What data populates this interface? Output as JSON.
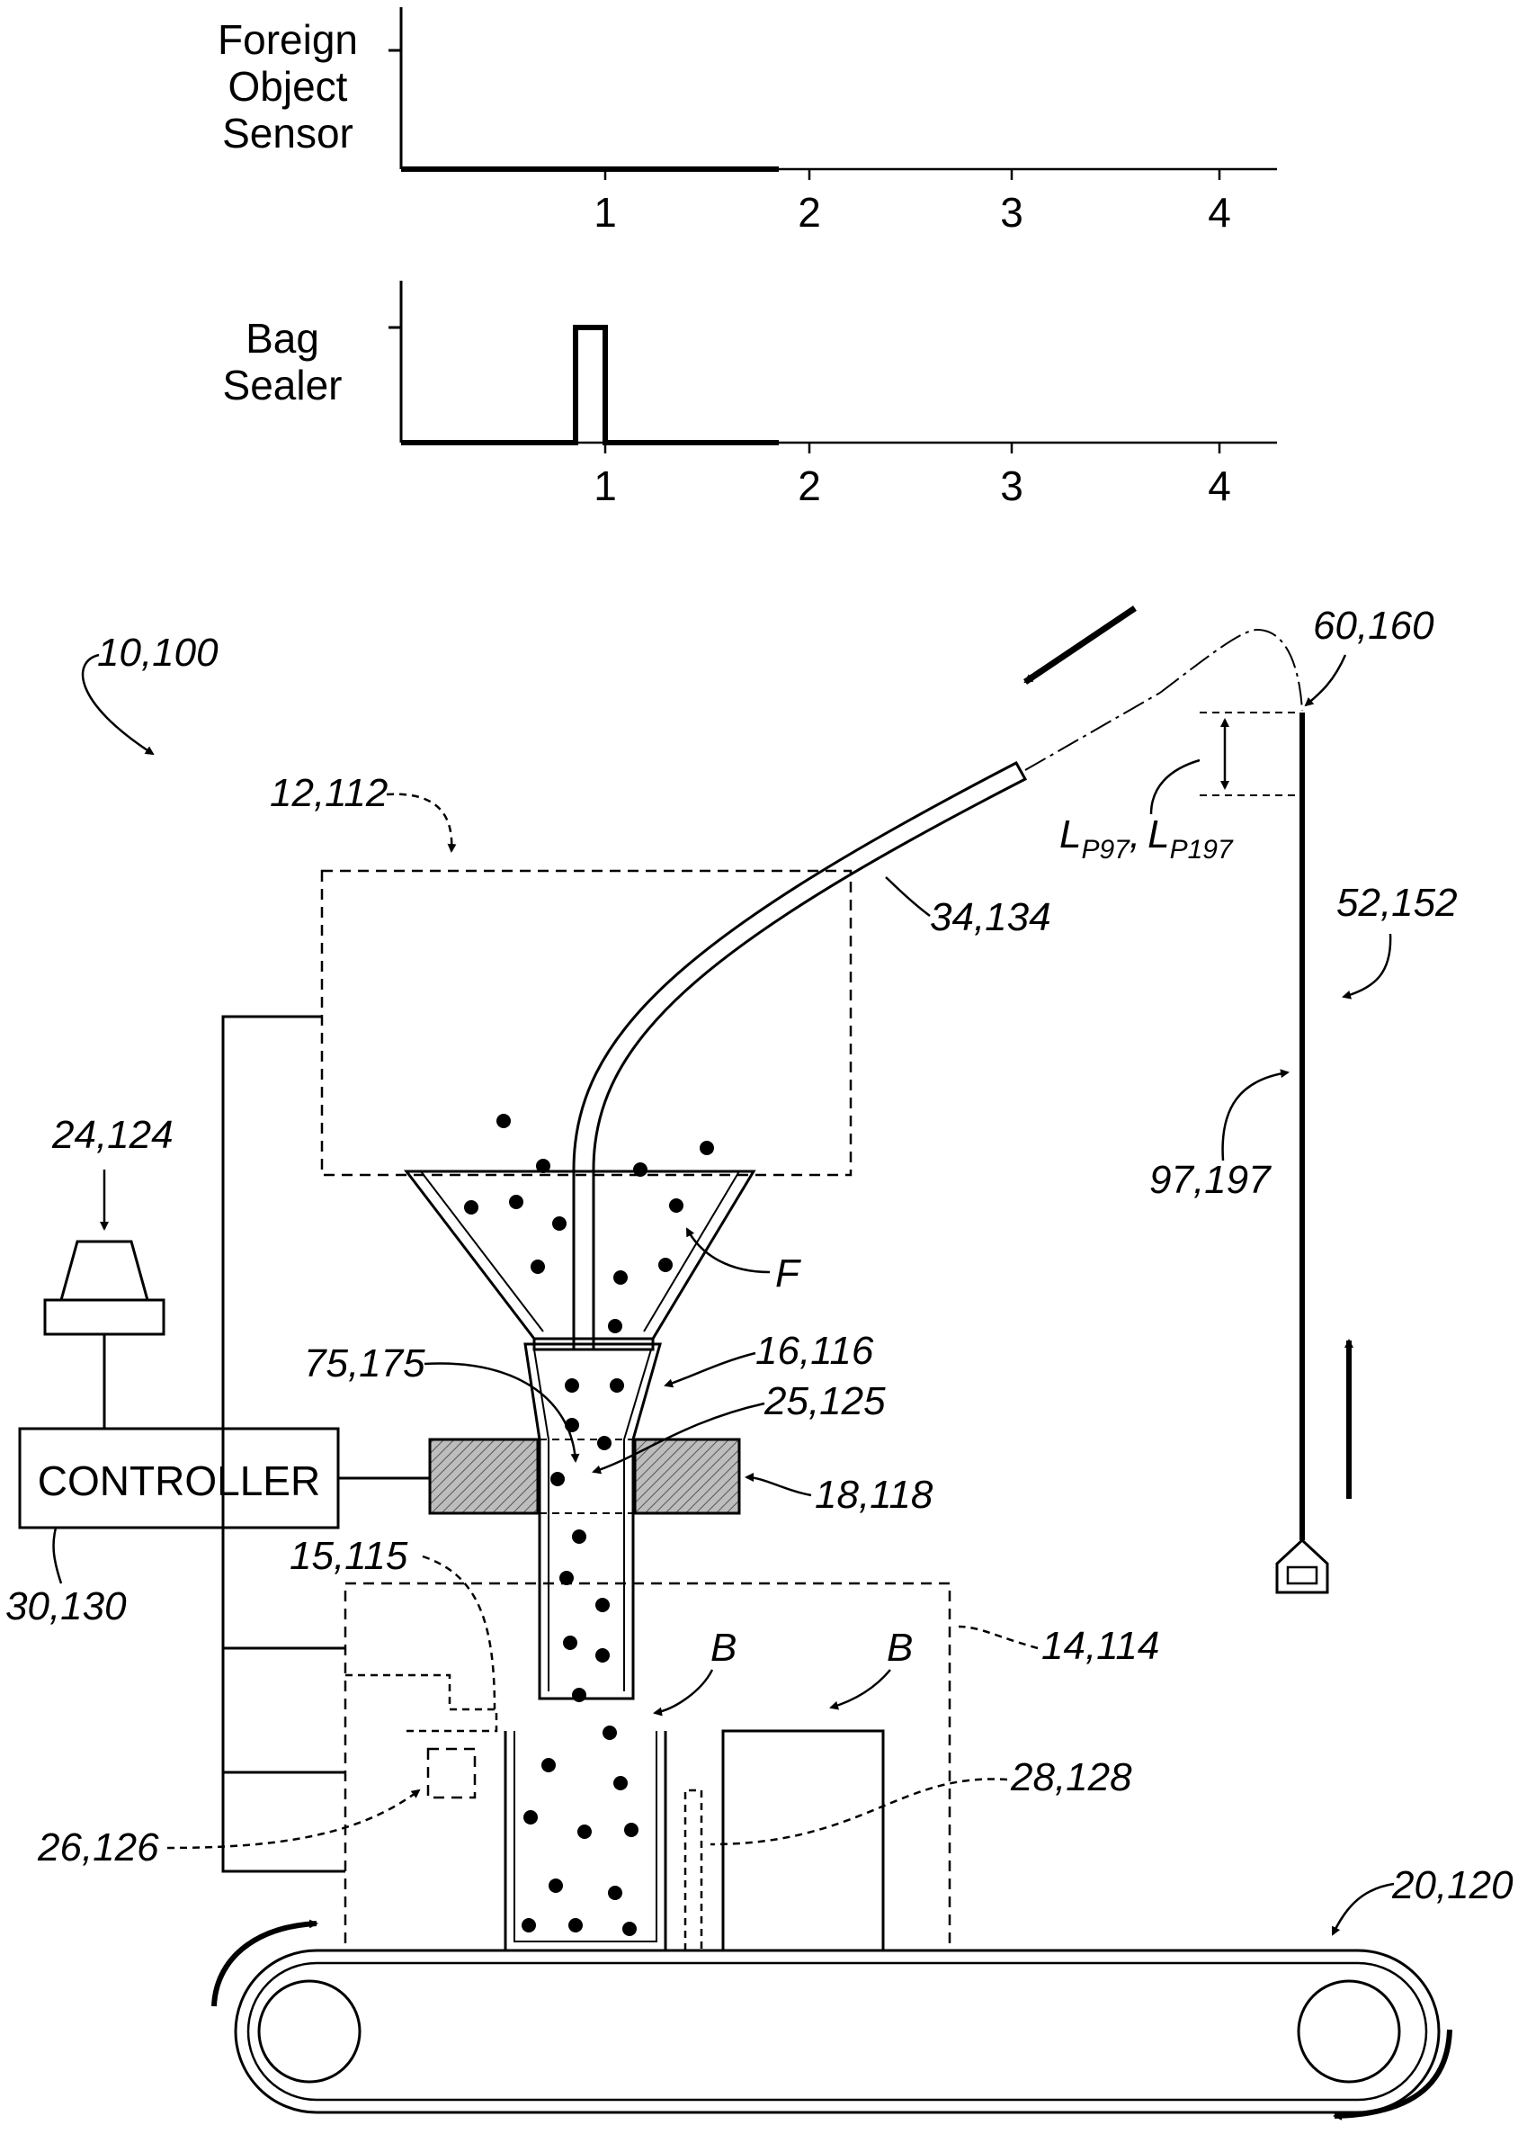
{
  "timing_charts": {
    "tick_labels": [
      "1",
      "2",
      "3",
      "4"
    ],
    "sensor_chart": {
      "label_lines": [
        "Foreign",
        "Object",
        "Sensor"
      ]
    },
    "sealer_chart": {
      "label_lines": [
        "Bag",
        "Sealer"
      ]
    }
  },
  "diagram": {
    "controller_label": "CONTROLLER",
    "refs": {
      "system": "10,100",
      "box_12": "12,112",
      "tube_34": "34,134",
      "rod_top": "60,160",
      "length_a": "L",
      "length_a_sub": "P97",
      "length_sep": ",",
      "length_b": "L",
      "length_b_sub": "P197",
      "device_52": "52,152",
      "rod_97": "97,197",
      "lamp_24": "24,124",
      "food": "F",
      "funnel_16": "16,116",
      "point_75": "75,175",
      "point_25": "25,125",
      "sensor_18": "18,118",
      "controller_30": "30,130",
      "part_15": "15,115",
      "bag_b1": "B",
      "bag_b2": "B",
      "box_14": "14,114",
      "part_28": "28,128",
      "part_26": "26,126",
      "conveyor_20": "20,120"
    }
  }
}
